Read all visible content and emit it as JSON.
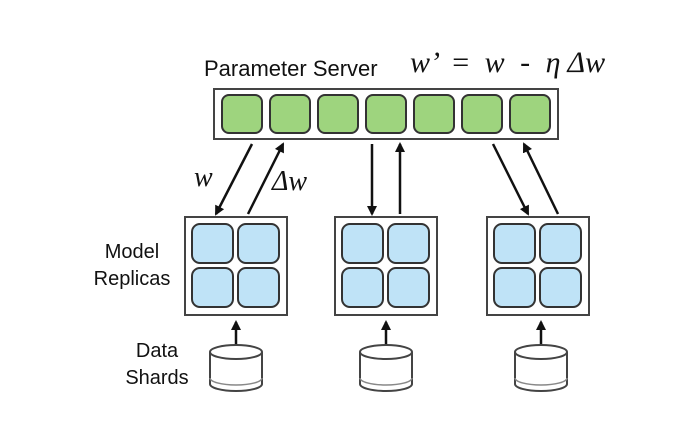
{
  "parameter_server": {
    "label": "Parameter Server",
    "cell_count": 7,
    "cell_color": "#9ed47e"
  },
  "update_rule": {
    "lhs": "w’",
    "equals": "=",
    "w": "w",
    "minus": "-",
    "eta": "η",
    "delta_w": "Δw"
  },
  "arrows": {
    "w_label": "w",
    "delta_w_label": "Δw"
  },
  "model_replicas": {
    "label_line1": "Model",
    "label_line2": "Replicas",
    "count": 3,
    "cell_color": "#bfe3f7"
  },
  "data_shards": {
    "label_line1": "Data",
    "label_line2": "Shards",
    "count": 3
  }
}
